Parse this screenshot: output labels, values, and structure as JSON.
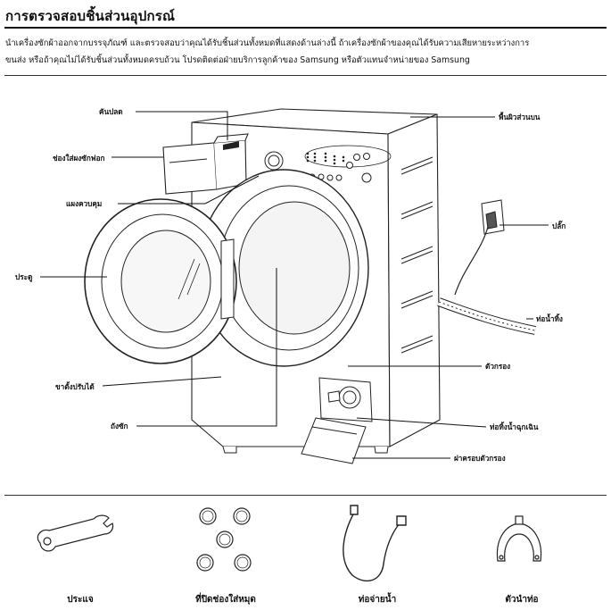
{
  "page": {
    "title": "การตรวจสอบชิ้นส่วนอุปกรณ์",
    "intro_line1": "นำเครื่องซักผ้าออกจากบรรจุภัณฑ์ และตรวจสอบว่าคุณได้รับชิ้นส่วนทั้งหมดที่แสดงด้านล่างนี้ ถ้าเครื่องซักผ้าของคุณได้รับความเสียหายระหว่างการ",
    "intro_line2": "ขนส่ง หรือถ้าคุณไม่ได้รับชิ้นส่วนทั้งหมดครบถ้วน โปรดติดต่อฝ่ายบริการลูกค้าของ Samsung หรือตัวแทนจำหน่ายของ Samsung"
  },
  "diagram": {
    "labels": {
      "release_lever": "คันปลด",
      "detergent_drawer": "ช่องใส่ผงซักฟอก",
      "control_panel": "แผงควบคุม",
      "door": "ประตู",
      "adjustable_feet": "ขาตั้งปรับได้",
      "drum": "ถังซัก",
      "worktop": "พื้นผิวส่วนบน",
      "plug": "ปลั๊ก",
      "drain_hose": "ท่อน้ำทิ้ง",
      "filter": "ตัวกรอง",
      "emergency_drain": "ท่อทิ้งน้ำฉุกเฉิน",
      "filter_cover": "ฝาครอบตัวกรอง"
    }
  },
  "accessories": [
    {
      "label": "ประแจ",
      "icon": "spanner-icon"
    },
    {
      "label": "ที่ปิดช่องใส่หมุด",
      "icon": "hole-caps-icon"
    },
    {
      "label": "ท่อจ่ายน้ำ",
      "icon": "water-supply-hose-icon"
    },
    {
      "label": "ตัวนำท่อ",
      "icon": "hose-guide-icon"
    }
  ]
}
